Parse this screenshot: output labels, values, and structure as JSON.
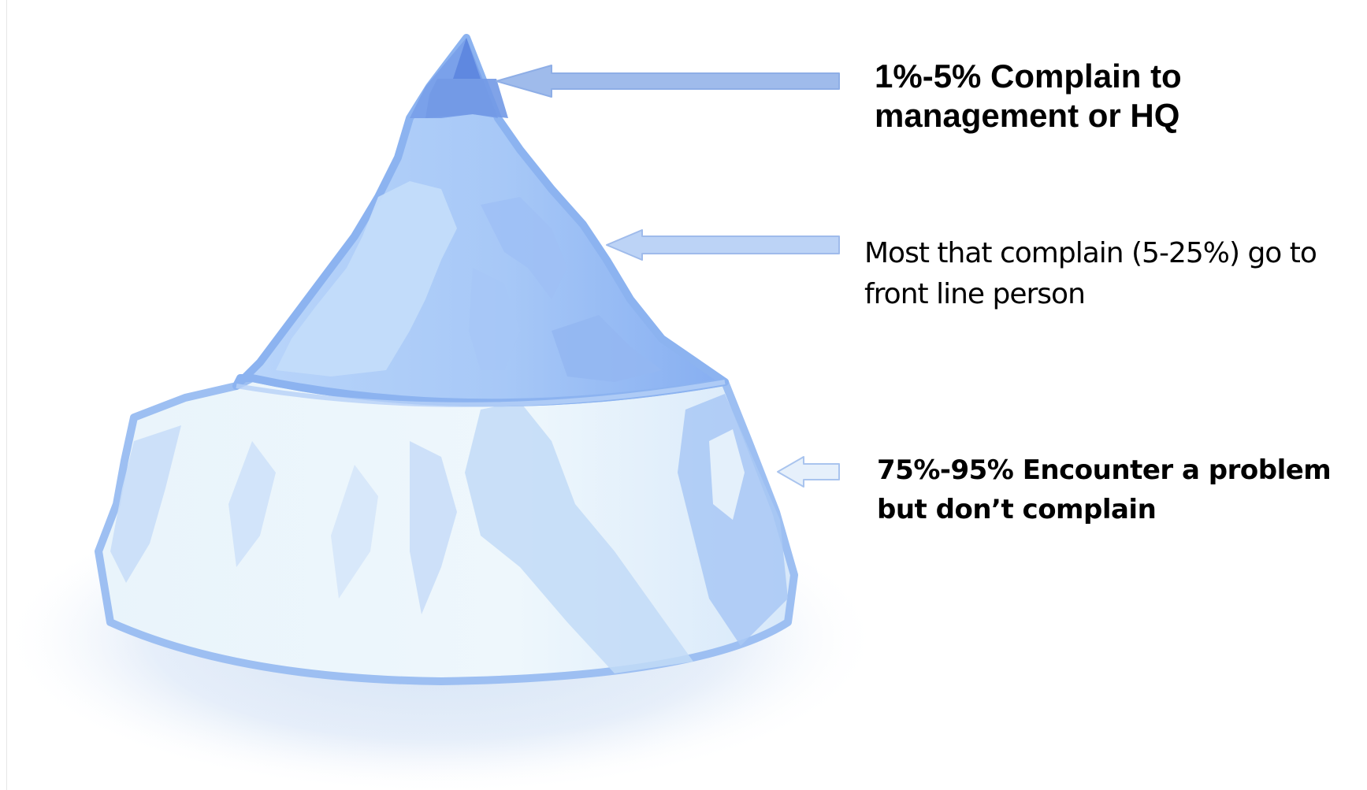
{
  "labels": {
    "tier_top": "1%-5% Complain to management or HQ",
    "tier_middle": "Most that complain (5-25%) go to front line person",
    "tier_bottom": "75%-95% Encounter a problem but don’t complain"
  },
  "colors": {
    "tip": "#6c94e6",
    "upper_ice": "#8fb5f3",
    "upper_ice_light": "#bcd7fa",
    "lower_ice": "#e6f3fb",
    "lower_ice_shadow": "#c5dcf7",
    "water": "#d8e5f5",
    "arrow_dark": "#9fbbeb",
    "arrow_mid": "#bcd3f6",
    "arrow_light": "#e4eefa"
  }
}
